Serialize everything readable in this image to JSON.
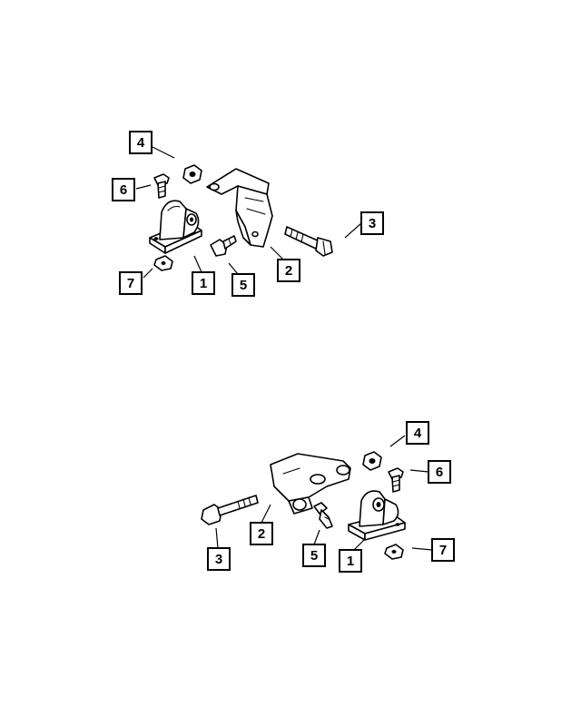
{
  "views": [
    {
      "name": "upper",
      "callouts": [
        {
          "id": "1",
          "label": "1"
        },
        {
          "id": "2",
          "label": "2"
        },
        {
          "id": "3",
          "label": "3"
        },
        {
          "id": "4",
          "label": "4"
        },
        {
          "id": "5",
          "label": "5"
        },
        {
          "id": "6",
          "label": "6"
        },
        {
          "id": "7",
          "label": "7"
        }
      ]
    },
    {
      "name": "lower",
      "callouts": [
        {
          "id": "1",
          "label": "1"
        },
        {
          "id": "2",
          "label": "2"
        },
        {
          "id": "3",
          "label": "3"
        },
        {
          "id": "4",
          "label": "4"
        },
        {
          "id": "5",
          "label": "5"
        },
        {
          "id": "6",
          "label": "6"
        },
        {
          "id": "7",
          "label": "7"
        }
      ]
    }
  ],
  "colors": {
    "line": "#000000",
    "background": "#ffffff"
  }
}
